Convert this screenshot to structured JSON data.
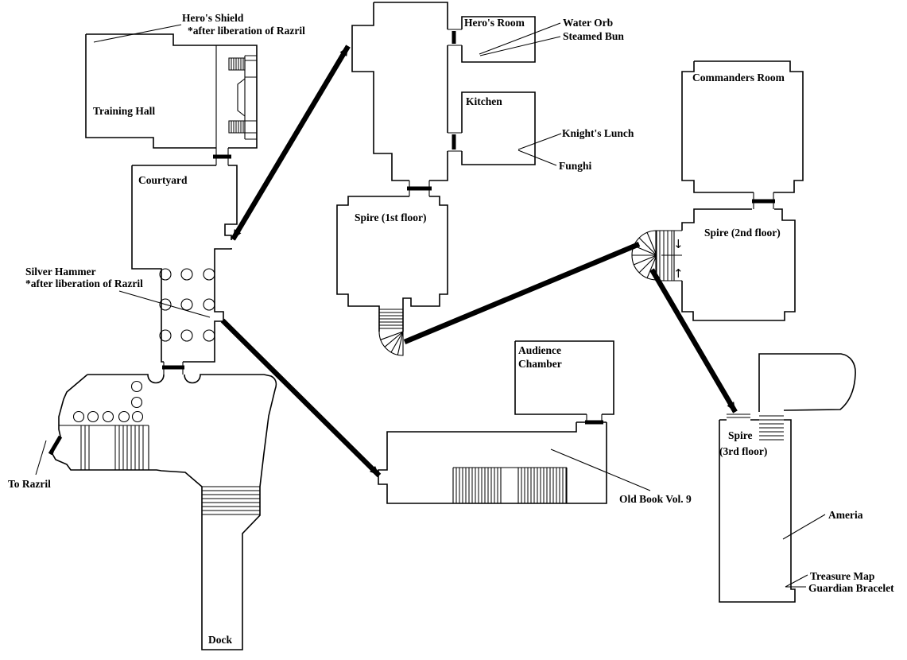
{
  "rooms": {
    "training_hall": "Training Hall",
    "courtyard": "Courtyard",
    "heros_room": "Hero's Room",
    "kitchen": "Kitchen",
    "spire1": "Spire (1st floor)",
    "commanders_room": "Commanders Room",
    "spire2": "Spire (2nd floor)",
    "audience_chamber_line1": "Audience",
    "audience_chamber_line2": "Chamber",
    "spire3_line1": "Spire",
    "spire3_line2": "(3rd floor)",
    "dock": "Dock"
  },
  "items": {
    "heros_shield": {
      "label": "Hero's Shield",
      "note": "*after liberation of Razril"
    },
    "silver_hammer": {
      "label": "Silver Hammer",
      "note": "*after liberation of Razril"
    },
    "water_orb": "Water Orb",
    "steamed_bun": "Steamed Bun",
    "knights_lunch": "Knight's Lunch",
    "funghi": "Funghi",
    "old_book": "Old Book Vol. 9",
    "ameria": "Ameria",
    "treasure_map": "Treasure Map",
    "guardian_bracelet": "Guardian Bracelet"
  },
  "exits": {
    "to_razril": "To Razril"
  },
  "stairs": {
    "down": "↓",
    "up": "↑"
  },
  "colors": {
    "ink": "#000000",
    "background": "#ffffff"
  }
}
